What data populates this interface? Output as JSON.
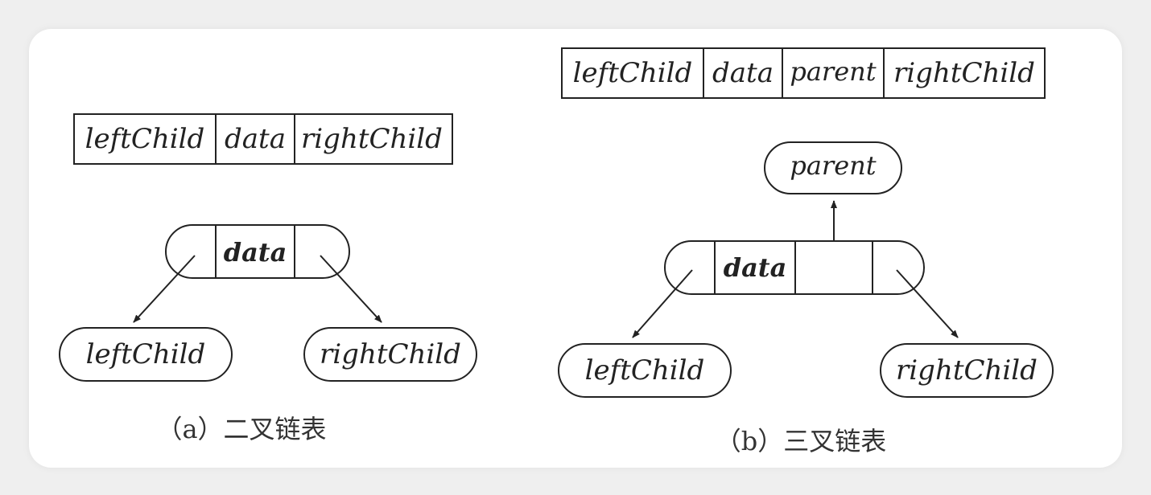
{
  "fields": {
    "left_child": "leftChild",
    "data": "data",
    "right_child": "rightChild",
    "parent": "parent"
  },
  "captions": {
    "binary": "（a）二叉链表",
    "ternary": "（b）三叉链表"
  }
}
